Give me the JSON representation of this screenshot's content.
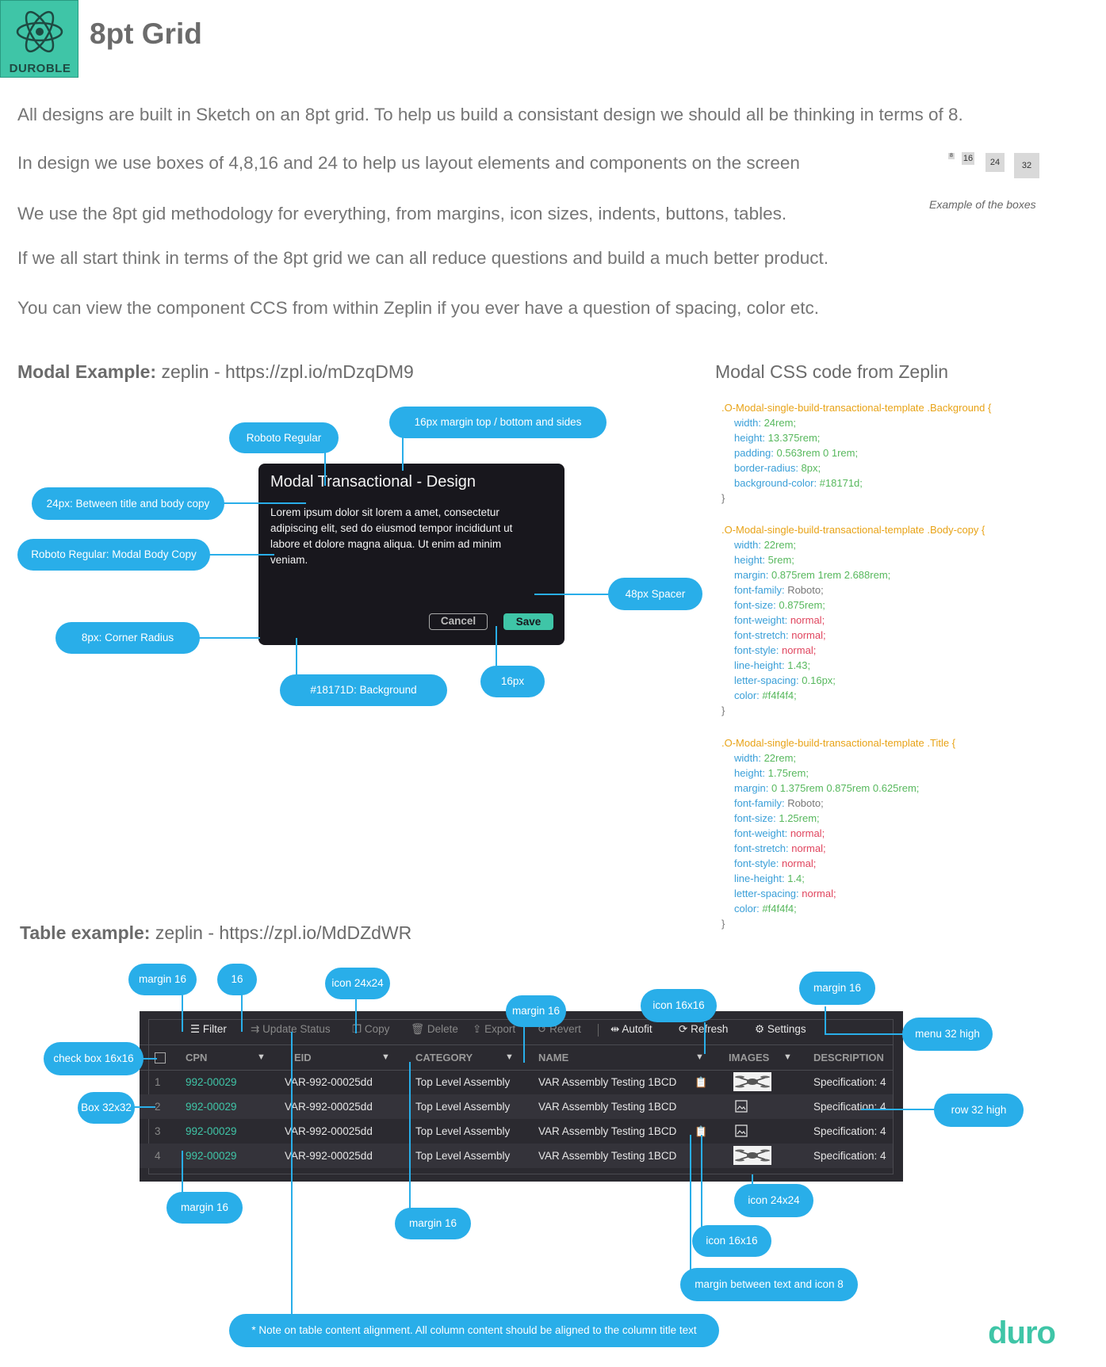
{
  "header": {
    "title": "8pt Grid",
    "logo_text": "DUROBLE"
  },
  "paragraphs": [
    "All designs are built in Sketch on an 8pt grid.  To help us build a consistant design we should all be thinking in terms of 8.",
    "In design we use boxes of 4,8,16 and 24 to help us layout elements and components on the screen",
    "We use the 8pt gid methodology for everything, from margins, icon sizes, indents, buttons, tables.",
    "If we all start think in terms of the 8pt grid we can all reduce questions and build a much better product.",
    "You can view the component CCS from within Zeplin if you ever have a question of spacing, color etc."
  ],
  "boxes": {
    "labels": [
      "8",
      "16",
      "24",
      "32"
    ],
    "caption": "Example of the boxes"
  },
  "modal_section": {
    "label": "Modal Example:",
    "link": "zeplin - https://zpl.io/mDzqDM9"
  },
  "css_section": {
    "label": "Modal CSS code from Zeplin"
  },
  "modal": {
    "title": "Modal Transactional - Design",
    "body": "Lorem ipsum dolor sit lorem a amet, consectetur adipiscing elit, sed do eiusmod tempor incididunt ut labore et dolore magna aliqua. Ut enim ad minim veniam.",
    "cancel": "Cancel",
    "save": "Save"
  },
  "modal_annotations": {
    "roboto_regular": "Roboto Regular",
    "margin16": "16px margin top / bottom and sides",
    "between24": "24px: Between title and body copy",
    "body_copy": "Roboto Regular: Modal Body Copy",
    "spacer48": "48px Spacer",
    "corner": "8px: Corner Radius",
    "background": "#18171D: Background",
    "px16": "16px"
  },
  "css": [
    {
      "selector": ".O-Modal-single-build-transactional-template .Background {",
      "props": [
        [
          "width:",
          "24rem;",
          "n"
        ],
        [
          "height:",
          "13.375rem;",
          "n"
        ],
        [
          "padding:",
          "0.563rem 0 1rem;",
          "n"
        ],
        [
          "border-radius:",
          "8px;",
          "n"
        ],
        [
          "background-color:",
          "#18171d;",
          "n"
        ]
      ]
    },
    {
      "selector": ".O-Modal-single-build-transactional-template .Body-copy {",
      "props": [
        [
          "width:",
          "22rem;",
          "n"
        ],
        [
          "height:",
          "5rem;",
          "n"
        ],
        [
          "margin:",
          "0.875rem 1rem 2.688rem;",
          "n"
        ],
        [
          "font-family:",
          "Roboto;",
          "p"
        ],
        [
          "font-size:",
          "0.875rem;",
          "n"
        ],
        [
          "font-weight:",
          "normal;",
          "k"
        ],
        [
          "font-stretch:",
          "normal;",
          "k"
        ],
        [
          "font-style:",
          "normal;",
          "k"
        ],
        [
          "line-height:",
          "1.43;",
          "n"
        ],
        [
          "letter-spacing:",
          "0.16px;",
          "n"
        ],
        [
          "color:",
          "#f4f4f4;",
          "n"
        ]
      ]
    },
    {
      "selector": ".O-Modal-single-build-transactional-template .Title {",
      "props": [
        [
          "width:",
          "22rem;",
          "n"
        ],
        [
          "height:",
          "1.75rem;",
          "n"
        ],
        [
          "margin:",
          "0 1.375rem 0.875rem 0.625rem;",
          "n"
        ],
        [
          "font-family:",
          "Roboto;",
          "p"
        ],
        [
          "font-size:",
          "1.25rem;",
          "n"
        ],
        [
          "font-weight:",
          "normal;",
          "k"
        ],
        [
          "font-stretch:",
          "normal;",
          "k"
        ],
        [
          "font-style:",
          "normal;",
          "k"
        ],
        [
          "line-height:",
          "1.4;",
          "n"
        ],
        [
          "letter-spacing:",
          "normal;",
          "k"
        ],
        [
          "color:",
          "#f4f4f4;",
          "n"
        ]
      ]
    }
  ],
  "css_close": "}",
  "table_section": {
    "label": "Table example:",
    "link": "zeplin -  https://zpl.io/MdDZdWR"
  },
  "toolbar": {
    "filter": "Filter",
    "update_status": "Update Status",
    "copy": "Copy",
    "delete": "Delete",
    "export": "Export",
    "revert": "Revert",
    "autofit": "Autofit",
    "refresh": "Refresh",
    "settings": "Settings"
  },
  "table": {
    "headers": [
      "CPN",
      "EID",
      "CATEGORY",
      "NAME",
      "IMAGES",
      "DESCRIPTION"
    ],
    "rows": [
      {
        "num": "1",
        "cpn": "992-00029",
        "eid": "VAR-992-00025dd",
        "category": "Top Level Assembly",
        "name": "VAR Assembly Testing 1BCD",
        "desc": "Specification: 4"
      },
      {
        "num": "2",
        "cpn": "992-00029",
        "eid": "VAR-992-00025dd",
        "category": "Top Level Assembly",
        "name": "VAR Assembly Testing 1BCD",
        "desc": "Specification: 4"
      },
      {
        "num": "3",
        "cpn": "992-00029",
        "eid": "VAR-992-00025dd",
        "category": "Top Level Assembly",
        "name": "VAR Assembly Testing 1BCD",
        "desc": "Specification: 4"
      },
      {
        "num": "4",
        "cpn": "992-00029",
        "eid": "VAR-992-00025dd",
        "category": "Top Level Assembly",
        "name": "VAR Assembly Testing 1BCD",
        "desc": "Specification: 4"
      }
    ]
  },
  "table_annotations": {
    "margin16_a": "margin 16",
    "sixteen": "16",
    "icon24_top": "icon 24x24",
    "margin16_b": "margin 16",
    "icon16_top": "icon 16x16",
    "margin16_c": "margin 16",
    "menu32": "menu 32 high",
    "checkbox": "check box 16x16",
    "box32": "Box 32x32",
    "row32": "row 32 high",
    "margin16_d": "margin 16",
    "margin16_e": "margin 16",
    "icon24_bottom": "icon 24x24",
    "icon16_bottom": "icon 16x16",
    "margin_text_icon": "margin between text and icon 8",
    "note": "* Note on table content alignment. All column content should be aligned to the column title text"
  },
  "footer": {
    "brand": "duro"
  },
  "colors": {
    "accent": "#3fc5a7",
    "annotation": "#29aee9",
    "modal_bg": "#18171d",
    "table_bg": "#2b2a30"
  }
}
